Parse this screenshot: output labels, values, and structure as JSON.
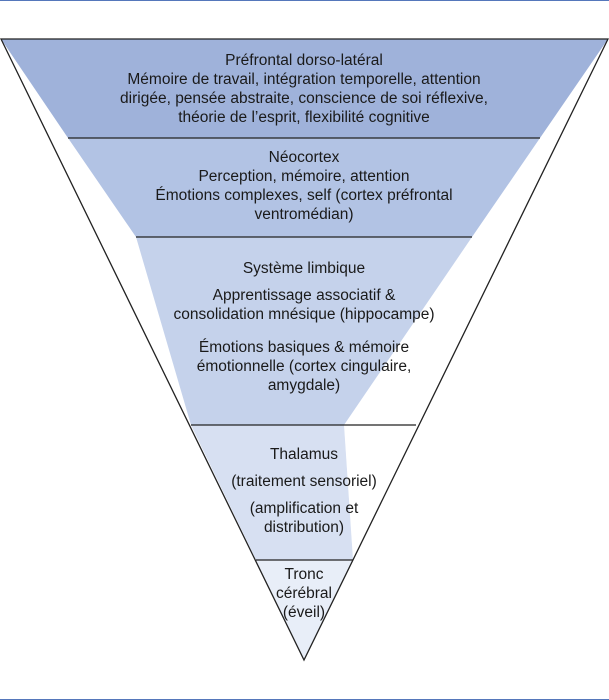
{
  "colors": {
    "rule": "#5577bb",
    "outline": "#222222",
    "level1": "#9fb2da",
    "level2": "#b2c3e4",
    "level3": "#c5d2eb",
    "level4": "#d7e0f2",
    "level5": "#e8eef8"
  },
  "levels": [
    {
      "title": "Préfrontal dorso-latéral",
      "lines": [
        "Mémoire de travail, intégration temporelle, attention",
        "dirigée, pensée abstraite, conscience de soi réflexive,",
        "théorie de l’esprit, flexibilité cognitive"
      ]
    },
    {
      "title": "Néocortex",
      "line1": "Perception, mémoire, attention",
      "line2": "Émotions complexes, self (cortex préfrontal",
      "line3": "ventromédian)"
    },
    {
      "title": "Système limbique",
      "line1": "Apprentissage associatif &",
      "line2": "consolidation mnésique (hippocampe)",
      "line3": "Émotions basiques & mémoire",
      "line4": "émotionnelle (cortex cingulaire,",
      "line5": "amygdale)"
    },
    {
      "title": "Thalamus",
      "line1": "(traitement sensoriel)",
      "line2": "(amplification et",
      "line3": "distribution)"
    },
    {
      "line1": "Tronc",
      "line2": "cérébral",
      "line3": "(éveil)"
    }
  ]
}
